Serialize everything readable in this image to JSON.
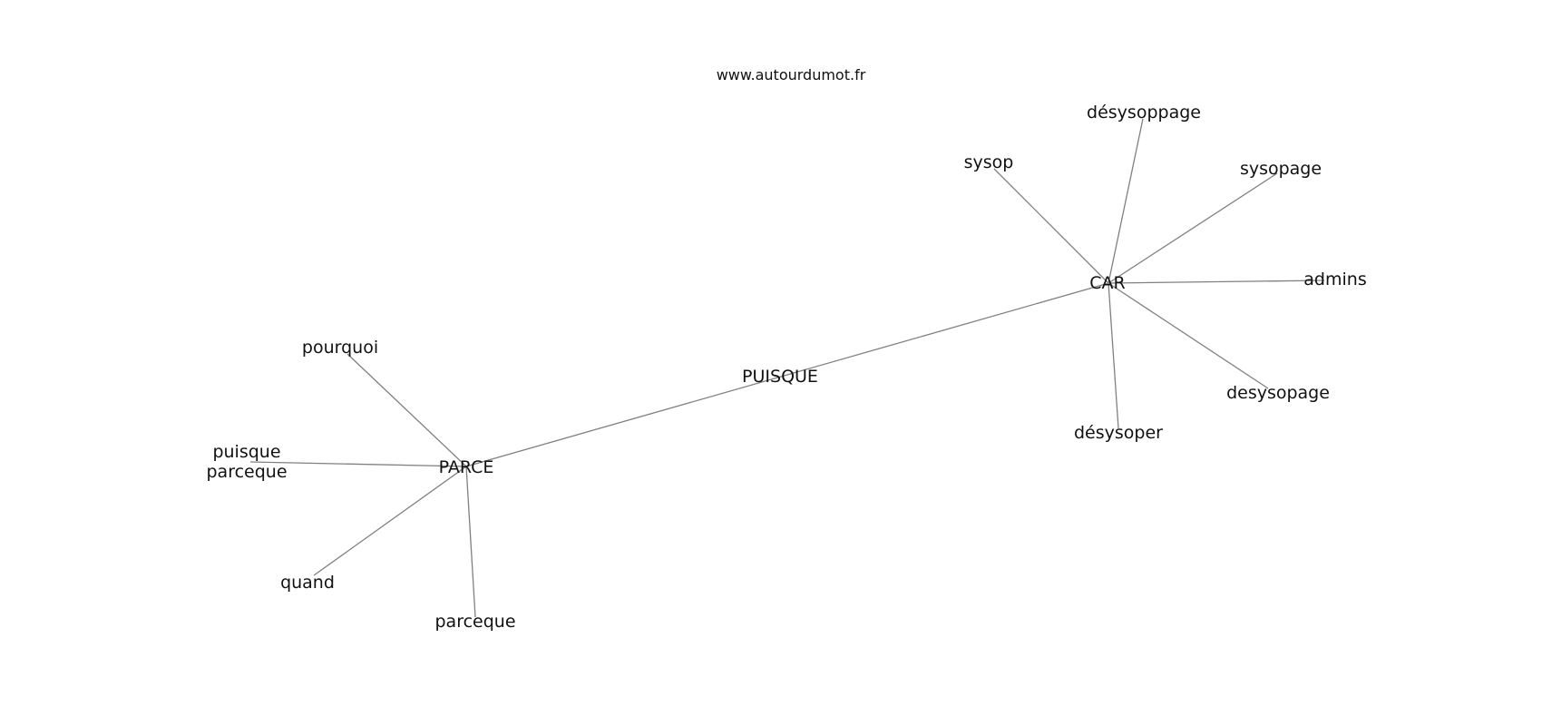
{
  "site": "www.autourdumot.fr",
  "nodes": [
    {
      "id": "puisque_center",
      "label": "PUISQUE"
    },
    {
      "id": "parce",
      "label": "PARCE"
    },
    {
      "id": "car",
      "label": "CAR"
    },
    {
      "id": "pourquoi",
      "label": "pourquoi"
    },
    {
      "id": "puisque_parceque",
      "label": "puisque\nparceque"
    },
    {
      "id": "quand",
      "label": "quand"
    },
    {
      "id": "parceque",
      "label": "parceque"
    },
    {
      "id": "sysop",
      "label": "sysop"
    },
    {
      "id": "desysoppage",
      "label": "désysoppage"
    },
    {
      "id": "sysopage",
      "label": "sysopage"
    },
    {
      "id": "admins",
      "label": "admins"
    },
    {
      "id": "desysopage",
      "label": "desysopage"
    },
    {
      "id": "desysoper",
      "label": "désysoper"
    }
  ],
  "edges": [
    [
      "parce",
      "car"
    ],
    [
      "parce",
      "pourquoi"
    ],
    [
      "parce",
      "puisque_parceque"
    ],
    [
      "parce",
      "quand"
    ],
    [
      "parce",
      "parceque"
    ],
    [
      "car",
      "sysop"
    ],
    [
      "car",
      "desysoppage"
    ],
    [
      "car",
      "sysopage"
    ],
    [
      "car",
      "admins"
    ],
    [
      "car",
      "desysopage"
    ],
    [
      "car",
      "desysoper"
    ]
  ]
}
